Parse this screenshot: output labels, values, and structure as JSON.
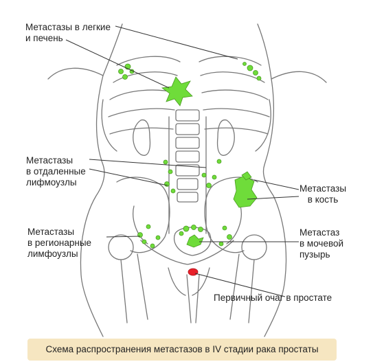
{
  "labels": {
    "lung_liver": "Метастазы в легкие\nи печень",
    "distant_nodes": "Метастазы\nв отдаленные\nлифмоузлы",
    "regional_nodes": "Метастазы\nв регионарные\nлимфоузлы",
    "bone": "Метастазы\nв кость",
    "bladder": "Метастаз\nв мочевой\nпузырь",
    "primary": "Первичный очаг в простате"
  },
  "caption": "Схема распространения метастазов в IV стадии рака простаты",
  "colors": {
    "metastasis": "#6fdc3a",
    "primary_tumor": "#e8202a",
    "caption_bg": "#f6e6c1",
    "outline": "#666666"
  }
}
